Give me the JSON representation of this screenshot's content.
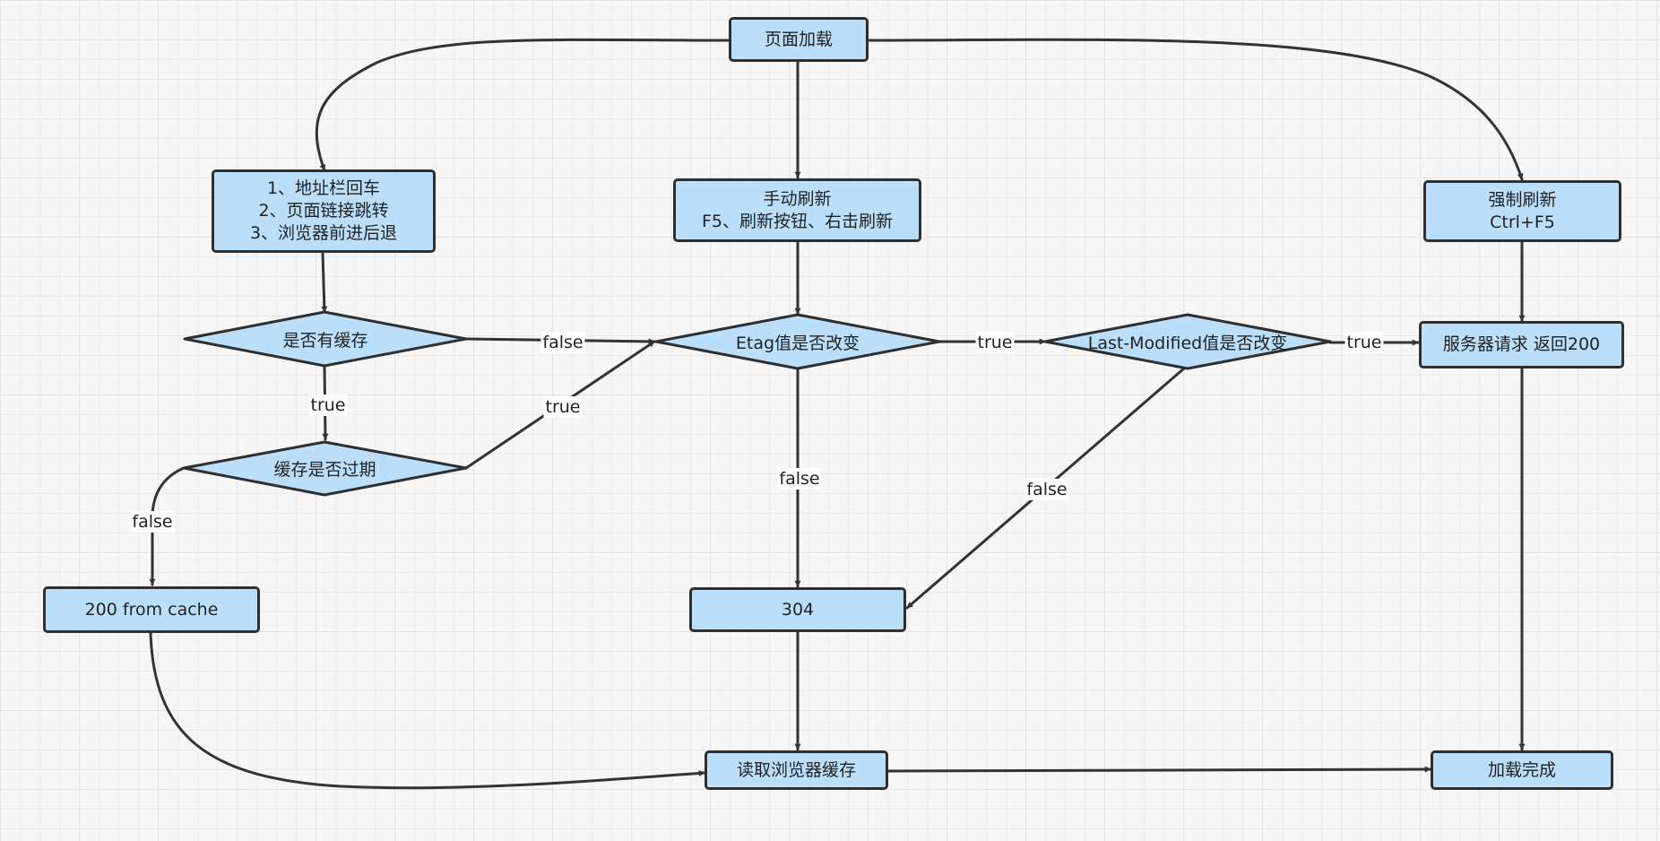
{
  "colors": {
    "node_fill": "#bbdefb",
    "node_stroke": "#2f2f2f",
    "edge": "#333333"
  },
  "nodes": {
    "page_load": "页面加载",
    "normal_nav": "1、地址栏回车\n2、页面链接跳转\n3、浏览器前进后退",
    "manual_refresh": "手动刷新\nF5、刷新按钮、右击刷新",
    "force_refresh": "强制刷新\nCtrl+F5",
    "has_cache": "是否有缓存",
    "etag_changed": "Etag值是否改变",
    "last_modified_changed": "Last-Modified值是否改变",
    "server_200": "服务器请求 返回200",
    "cache_expired": "缓存是否过期",
    "from_cache": "200 from cache",
    "not_modified": "304",
    "read_cache": "读取浏览器缓存",
    "load_done": "加载完成"
  },
  "edge_labels": {
    "has_cache_false": "false",
    "has_cache_true": "true",
    "expired_true": "true",
    "expired_false": "false",
    "etag_true": "true",
    "etag_false": "false",
    "lastmod_true": "true",
    "lastmod_false": "false"
  }
}
